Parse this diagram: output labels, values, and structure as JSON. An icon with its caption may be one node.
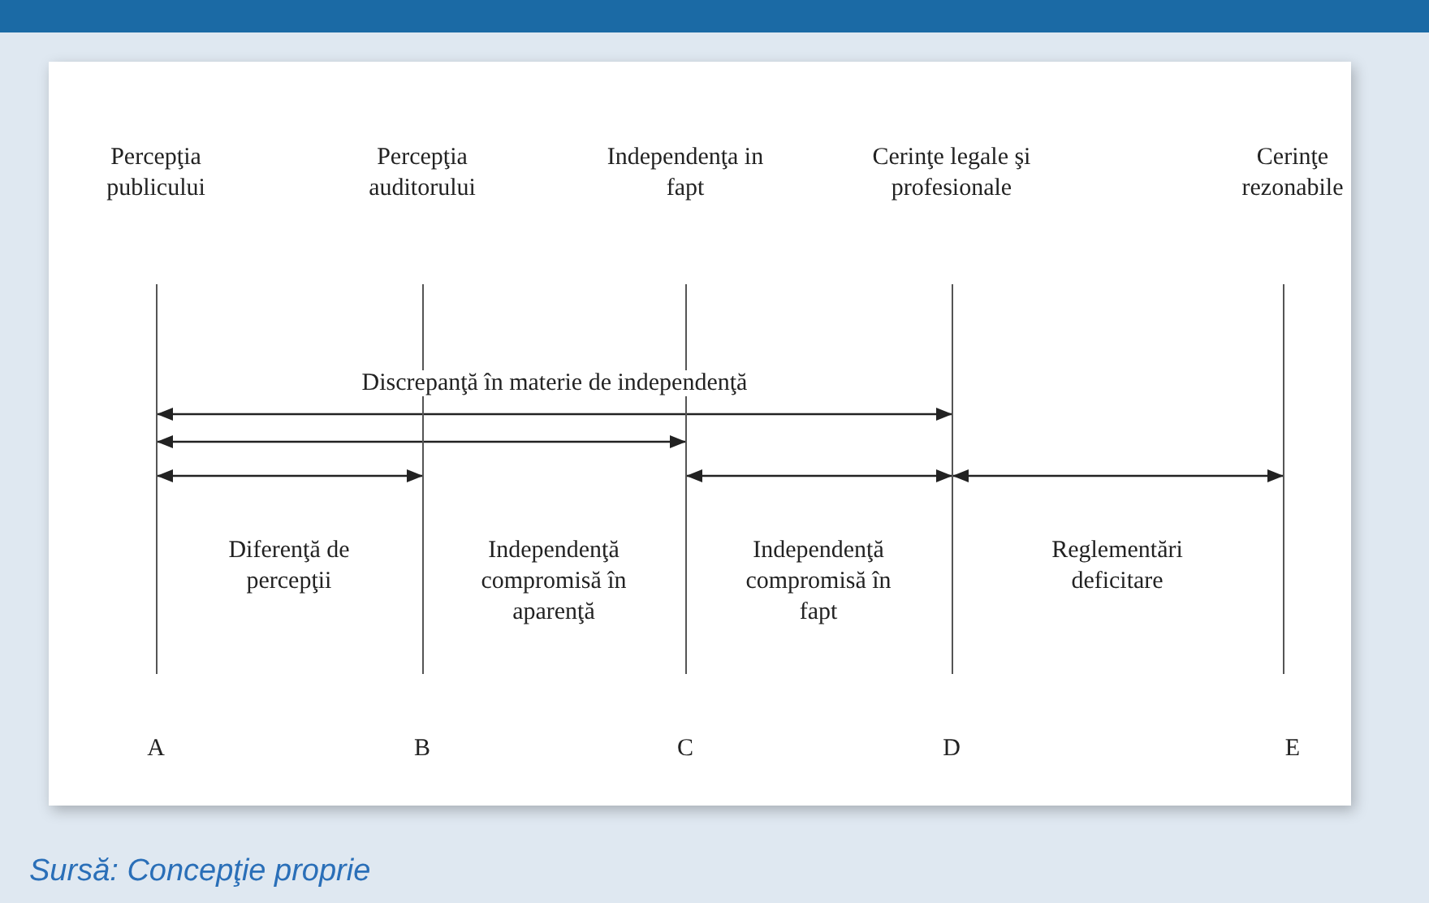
{
  "diagram": {
    "caption": "Sursă: Concepţie proprie",
    "nodes": [
      {
        "text": [],
        "shape": "line",
        "beside": [
          "Percepţia publicului",
          "A"
        ]
      },
      {
        "text": [],
        "shape": "line",
        "beside": [
          "Percepţia auditorului",
          "B"
        ]
      },
      {
        "text": [],
        "shape": "line",
        "beside": [
          "Independenţa in fapt",
          "C"
        ]
      },
      {
        "text": [],
        "shape": "line",
        "beside": [
          "Cerinţe legale şi profesionale",
          "D"
        ]
      },
      {
        "text": [],
        "shape": "line",
        "beside": [
          "Cerinţe rezonabile",
          "E"
        ]
      }
    ],
    "edges": [
      {
        "from": 0,
        "to": 3,
        "arrow": "both",
        "label": "Discrepanţă în materie de independenţă"
      },
      {
        "from": 0,
        "to": 2,
        "arrow": "both"
      },
      {
        "from": 0,
        "to": 1,
        "arrow": "both"
      },
      {
        "from": 2,
        "to": 3,
        "arrow": "both"
      },
      {
        "from": 3,
        "to": 4,
        "arrow": "both"
      }
    ],
    "labels": [
      "Diferenţă de percepţii",
      "Independenţă compromisă în aparenţă",
      "Independenţă compromisă în fapt",
      "Reglementări deficitare"
    ]
  }
}
